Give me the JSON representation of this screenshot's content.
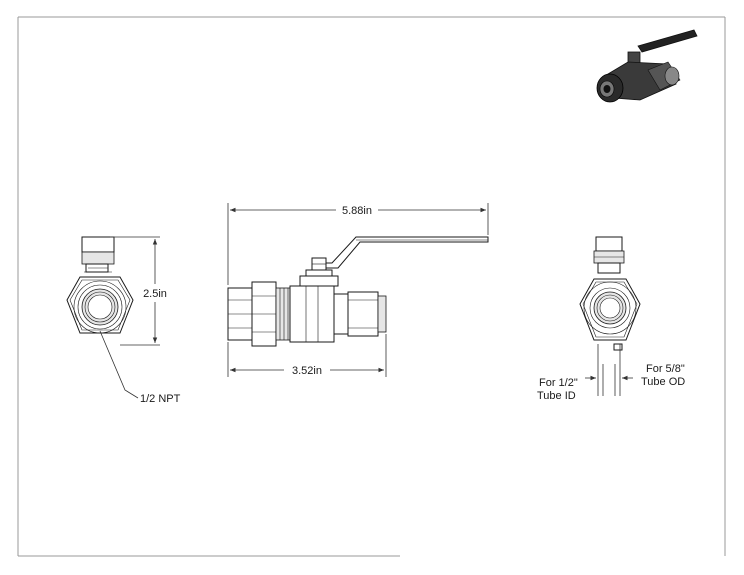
{
  "dimensions": {
    "overall_length": "5.88in",
    "height": "2.5in",
    "body_length": "3.52in"
  },
  "callouts": {
    "npt": "1/2 NPT",
    "tube_id_line1": "For 1/2\"",
    "tube_id_line2": "Tube ID",
    "tube_od_line1": "For 5/8\"",
    "tube_od_line2": "Tube OD"
  }
}
